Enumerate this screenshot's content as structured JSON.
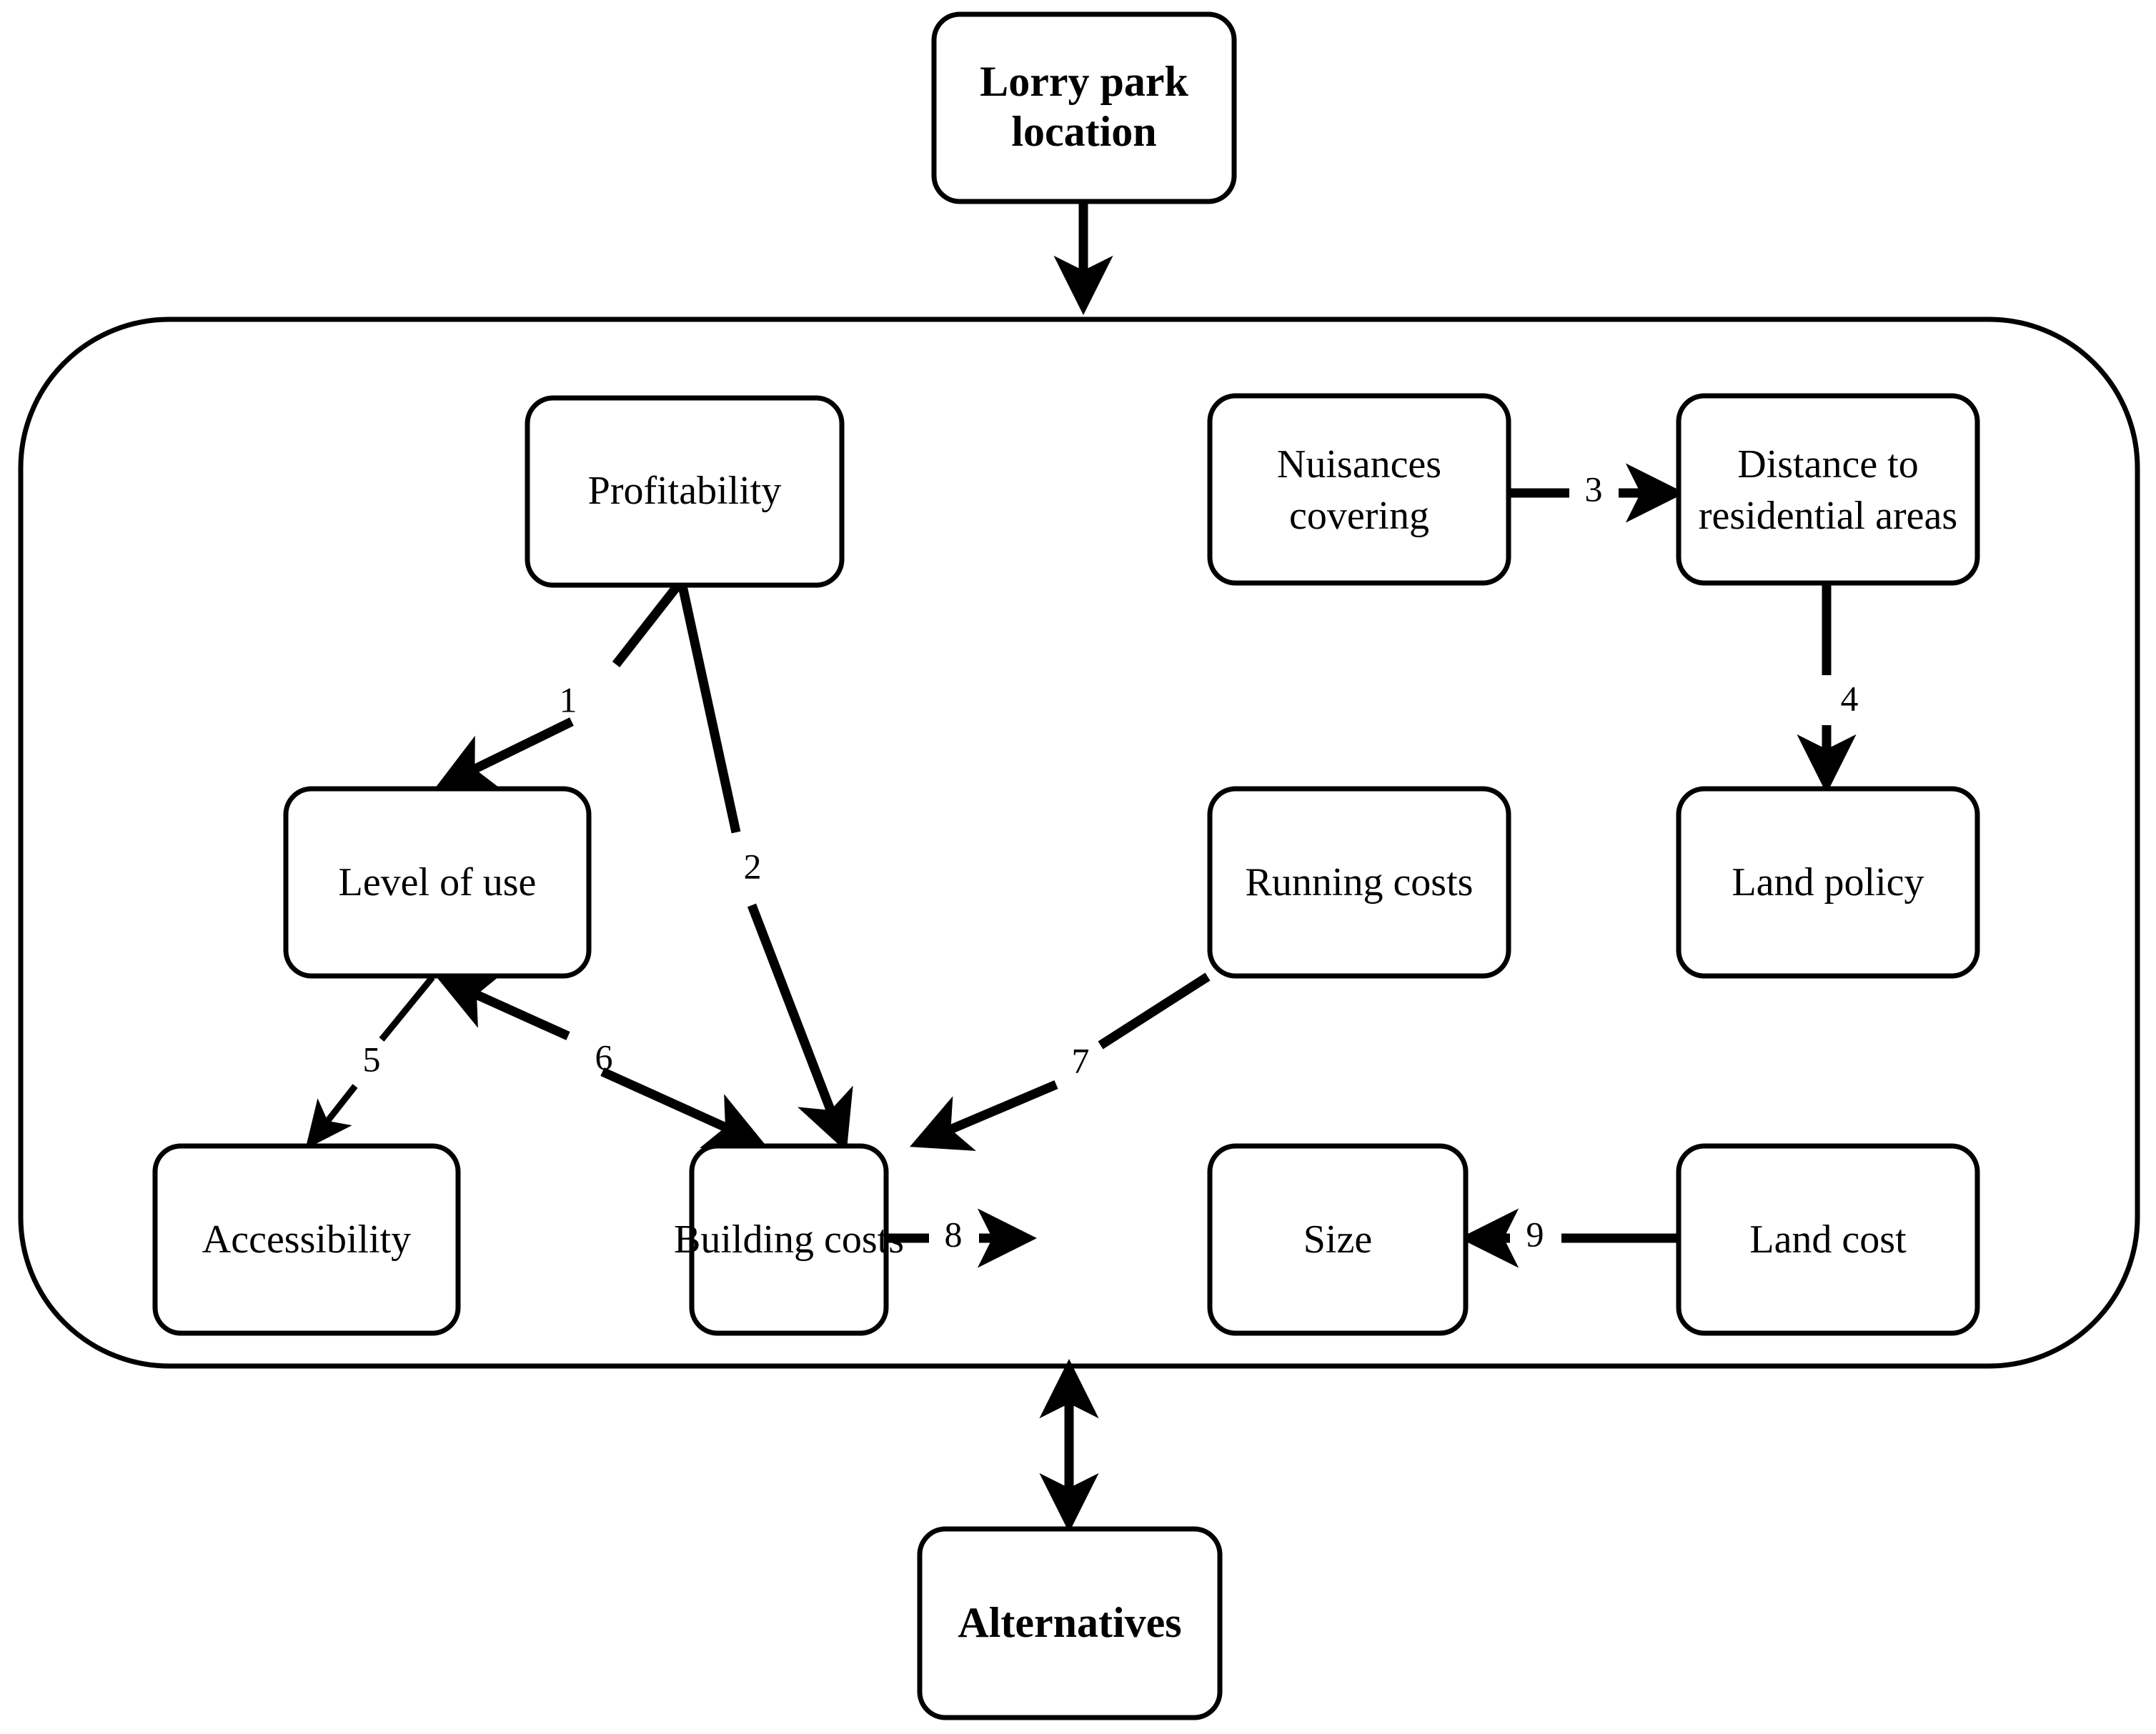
{
  "diagram": {
    "title": "Lorry park location influence diagram",
    "stroke_color": "#000000",
    "background_color": "#ffffff",
    "nodes": [
      {
        "id": "goal",
        "label": "Lorry park location",
        "bold": true,
        "lines": [
          "Lorry park",
          "location"
        ]
      },
      {
        "id": "profit",
        "label": "Profitability",
        "bold": false,
        "lines": [
          "Profitability"
        ]
      },
      {
        "id": "nuisances",
        "label": "Nuisances covering",
        "bold": false,
        "lines": [
          "Nuisances",
          "covering"
        ]
      },
      {
        "id": "distance",
        "label": "Distance to residential areas",
        "bold": false,
        "lines": [
          "Distance to",
          "residential areas"
        ]
      },
      {
        "id": "level",
        "label": "Level of use",
        "bold": false,
        "lines": [
          "Level of use"
        ]
      },
      {
        "id": "running",
        "label": "Running costs",
        "bold": false,
        "lines": [
          "Running costs"
        ]
      },
      {
        "id": "landpolicy",
        "label": "Land policy",
        "bold": false,
        "lines": [
          "Land policy"
        ]
      },
      {
        "id": "access",
        "label": "Accessibility",
        "bold": false,
        "lines": [
          "Accessibility"
        ]
      },
      {
        "id": "building",
        "label": "Building costs",
        "bold": false,
        "lines": [
          "Building costs"
        ]
      },
      {
        "id": "size",
        "label": "Size",
        "bold": false,
        "lines": [
          "Size"
        ]
      },
      {
        "id": "landcost",
        "label": "Land cost",
        "bold": false,
        "lines": [
          "Land cost"
        ]
      },
      {
        "id": "alternatives",
        "label": "Alternatives",
        "bold": true,
        "lines": [
          "Alternatives"
        ]
      }
    ],
    "edges": [
      {
        "id": "e0",
        "label": "",
        "from": "goal",
        "to": "criteria-group",
        "direction": "one-way"
      },
      {
        "id": "e1",
        "label": "1",
        "from": "profit",
        "to": "level",
        "direction": "one-way"
      },
      {
        "id": "e2",
        "label": "2",
        "from": "profit",
        "to": "building",
        "direction": "one-way"
      },
      {
        "id": "e3",
        "label": "3",
        "from": "nuisances",
        "to": "distance",
        "direction": "one-way"
      },
      {
        "id": "e4",
        "label": "4",
        "from": "distance",
        "to": "landpolicy",
        "direction": "one-way"
      },
      {
        "id": "e5",
        "label": "5",
        "from": "level",
        "to": "access",
        "direction": "one-way"
      },
      {
        "id": "e6",
        "label": "6",
        "from": "level",
        "to": "building",
        "direction": "two-way"
      },
      {
        "id": "e7",
        "label": "7",
        "from": "running",
        "to": "building",
        "direction": "one-way"
      },
      {
        "id": "e8",
        "label": "8",
        "from": "building",
        "to": "size",
        "direction": "one-way"
      },
      {
        "id": "e9",
        "label": "9",
        "from": "landcost",
        "to": "size",
        "direction": "one-way"
      },
      {
        "id": "e10",
        "label": "",
        "from": "criteria-group",
        "to": "alternatives",
        "direction": "two-way"
      }
    ],
    "group": {
      "id": "criteria-group",
      "label": ""
    }
  }
}
